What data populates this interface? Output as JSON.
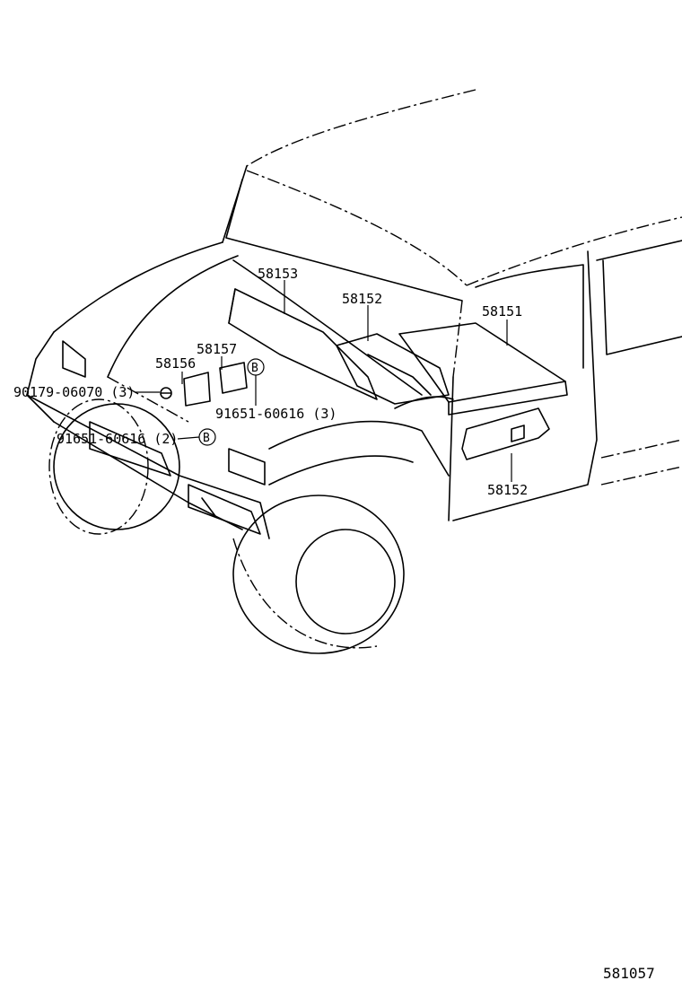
{
  "diagram": {
    "callouts": [
      {
        "id": "c1",
        "text": "58153"
      },
      {
        "id": "c2",
        "text": "58152"
      },
      {
        "id": "c3",
        "text": "58151"
      },
      {
        "id": "c4",
        "text": "58157"
      },
      {
        "id": "c5",
        "text": "58156"
      },
      {
        "id": "c6",
        "text": "90179-06070 (3)"
      },
      {
        "id": "c7",
        "text": "91651-60616 (3)"
      },
      {
        "id": "c8",
        "text": "91651-60616 (2)"
      },
      {
        "id": "c9",
        "text": "58152"
      }
    ],
    "markers": [
      {
        "id": "m1",
        "text": "B"
      },
      {
        "id": "m2",
        "text": "B"
      }
    ],
    "figure_number": "581057"
  }
}
